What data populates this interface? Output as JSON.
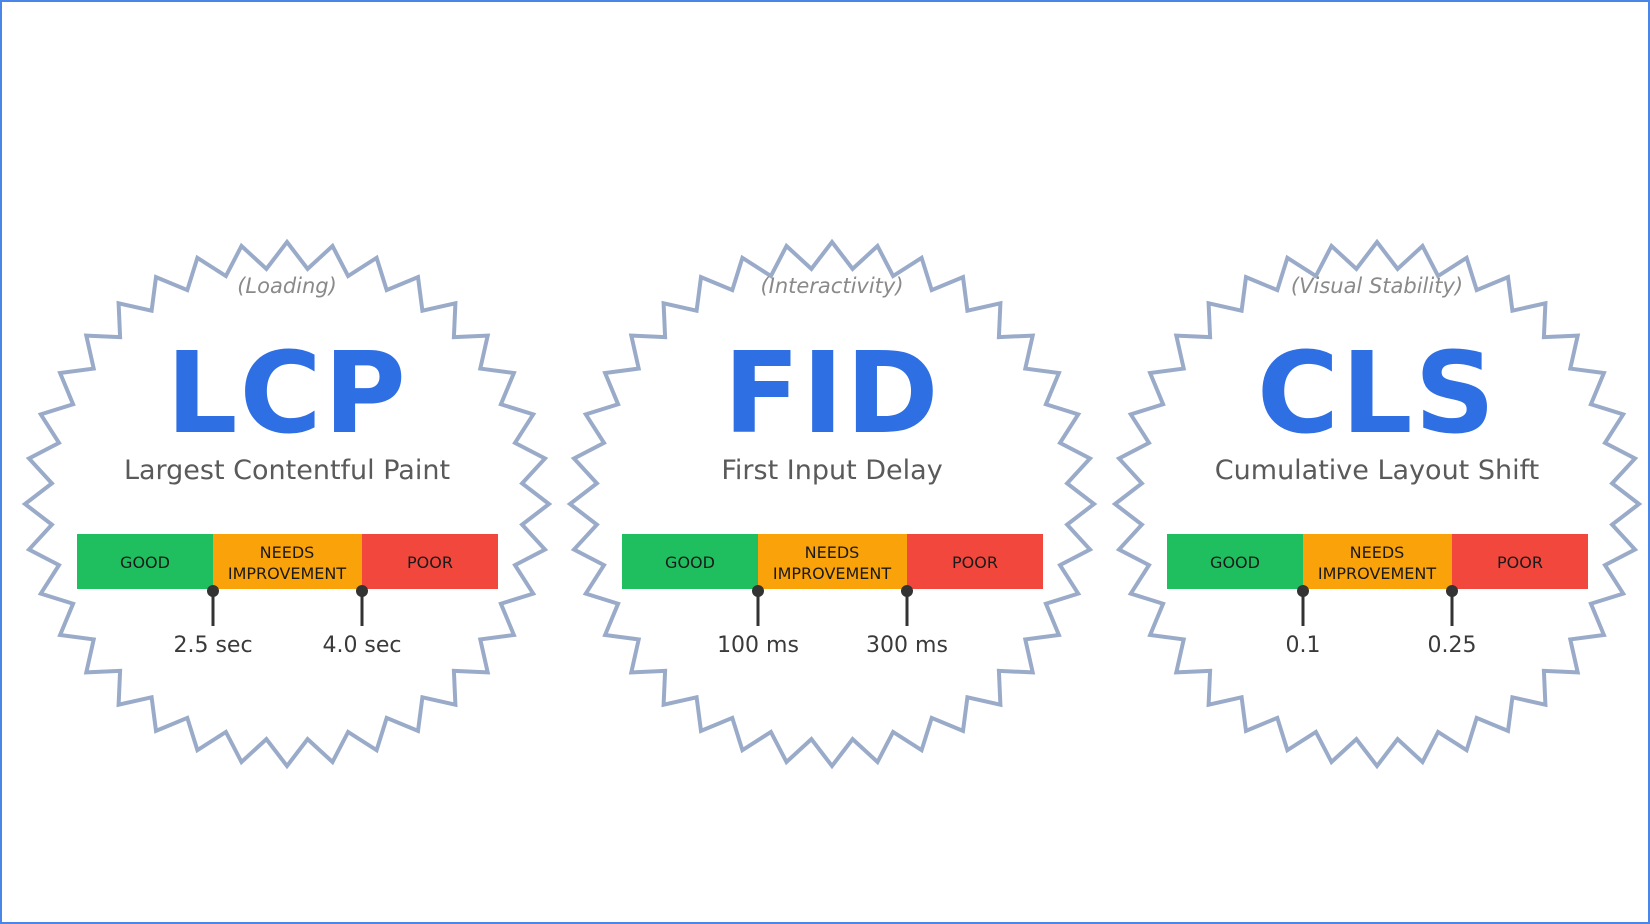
{
  "colors": {
    "good": "#1fbf5f",
    "needs_improvement": "#f9a20a",
    "poor": "#f2473c",
    "badge_outline": "#9aabc9",
    "accent_text": "#2f6fe4"
  },
  "segment_labels": {
    "good": "GOOD",
    "needs_line1": "NEEDS",
    "needs_line2": "IMPROVEMENT",
    "poor": "POOR"
  },
  "metrics": [
    {
      "category": "(Loading)",
      "abbr": "LCP",
      "name": "Largest Contentful Paint",
      "threshold_good": "2.5 sec",
      "threshold_poor": "4.0 sec"
    },
    {
      "category": "(Interactivity)",
      "abbr": "FID",
      "name": "First Input Delay",
      "threshold_good": "100 ms",
      "threshold_poor": "300 ms"
    },
    {
      "category": "(Visual Stability)",
      "abbr": "CLS",
      "name": "Cumulative Layout Shift",
      "threshold_good": "0.1",
      "threshold_poor": "0.25"
    }
  ]
}
